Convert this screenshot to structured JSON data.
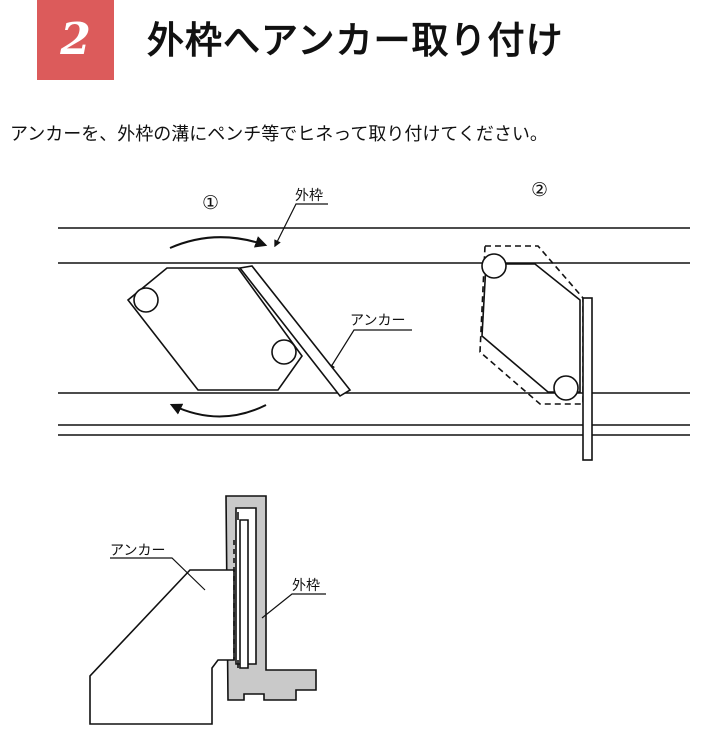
{
  "header": {
    "step_number": "2",
    "title": "外枠へアンカー取り付け",
    "badge_color": "#dc5b5b"
  },
  "instruction": "アンカーを、外枠の溝にペンチ等でヒネって取り付けてください。",
  "figure": {
    "step1_marker": "①",
    "step2_marker": "②",
    "label_outer_frame": "外枠",
    "label_anchor": "アンカー",
    "section_label_anchor": "アンカー",
    "section_label_outer_frame": "外枠"
  }
}
